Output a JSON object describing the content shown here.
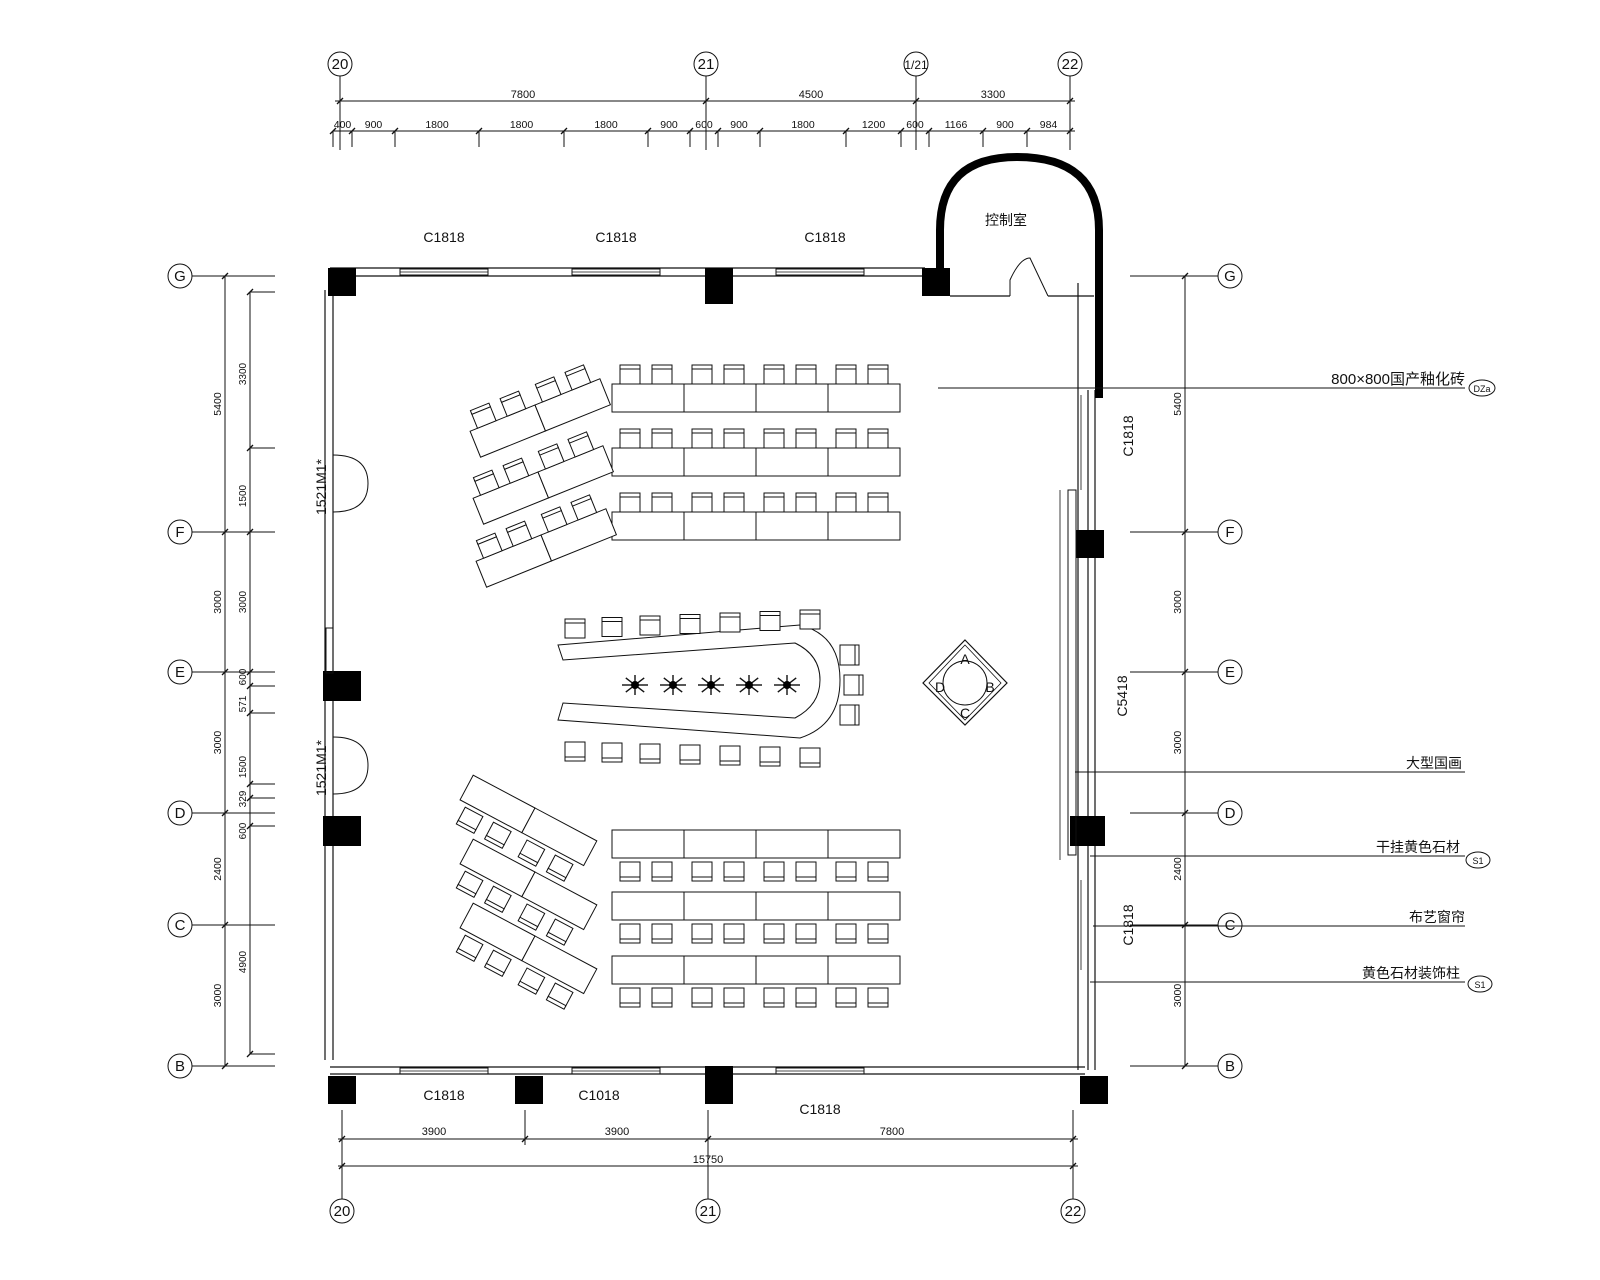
{
  "axes": {
    "top": [
      "20",
      "21",
      "1/21",
      "22"
    ],
    "bottom": [
      "20",
      "21",
      "22"
    ],
    "left": [
      "G",
      "F",
      "E",
      "D",
      "C",
      "B"
    ],
    "right": [
      "G",
      "F",
      "E",
      "D",
      "C",
      "B"
    ]
  },
  "dims": {
    "top_overall": [
      "7800",
      "4500",
      "3300"
    ],
    "top_detail": [
      "400",
      "900",
      "1800",
      "1800",
      "1800",
      "900",
      "600",
      "900",
      "1800",
      "1200",
      "600",
      "1166",
      "900",
      "984"
    ],
    "bottom_detail": [
      "3900",
      "3900",
      "7800"
    ],
    "bottom_total": "15750",
    "left_outer": [
      "5400",
      "3000",
      "3000",
      "2400",
      "3000"
    ],
    "left_inner": [
      "3300",
      "1500",
      "3000",
      "600",
      "571",
      "1500",
      "329",
      "600",
      "4900"
    ],
    "right": [
      "5400",
      "3000",
      "3000",
      "2400",
      "3000"
    ]
  },
  "windows": {
    "top": [
      "C1818",
      "C1818",
      "C1818"
    ],
    "bottom": [
      "C1818",
      "C1018",
      "C1818"
    ],
    "right": [
      "C1818",
      "C5418",
      "C1818"
    ]
  },
  "doors": [
    "1521M1*",
    "1521M1*"
  ],
  "rooms": {
    "control": "控制室"
  },
  "labels": {
    "tile": "800×800国产釉化砖",
    "tile_tag": "DZa",
    "painting": "大型国画",
    "stone": "干挂黄色石材",
    "stone_tag": "S1",
    "curtain": "布艺窗帘",
    "column": "黄色石材装饰柱",
    "column_tag": "S1"
  },
  "medallion": [
    "A",
    "B",
    "C",
    "D"
  ]
}
